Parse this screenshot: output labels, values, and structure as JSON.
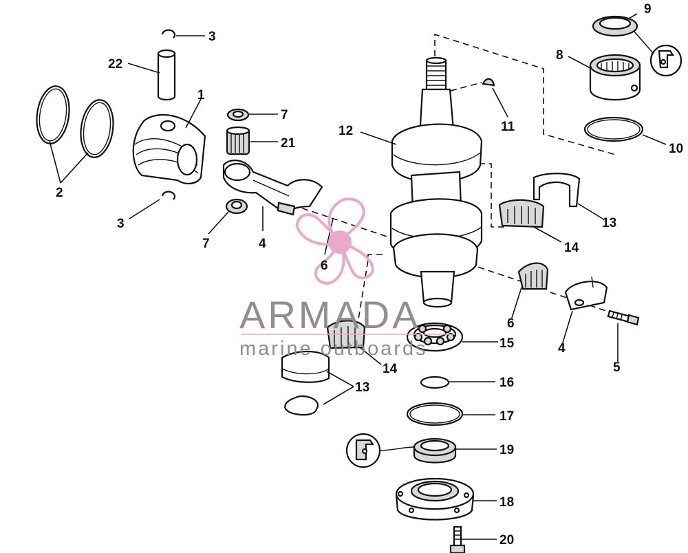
{
  "watermark": {
    "brand": "ARMADA",
    "tagline": "marine outboards",
    "logo_color": "#e8a6c8",
    "text_color": "#8a8a8a"
  },
  "callouts": [
    {
      "id": "c3a",
      "text": "3"
    },
    {
      "id": "c22",
      "text": "22"
    },
    {
      "id": "c1",
      "text": "1"
    },
    {
      "id": "c2",
      "text": "2"
    },
    {
      "id": "c3b",
      "text": "3"
    },
    {
      "id": "c7a",
      "text": "7"
    },
    {
      "id": "c21",
      "text": "21"
    },
    {
      "id": "c7b",
      "text": "7"
    },
    {
      "id": "c4a",
      "text": "4"
    },
    {
      "id": "c6a",
      "text": "6"
    },
    {
      "id": "c12",
      "text": "12"
    },
    {
      "id": "c11",
      "text": "11"
    },
    {
      "id": "c9",
      "text": "9"
    },
    {
      "id": "c8",
      "text": "8"
    },
    {
      "id": "c10",
      "text": "10"
    },
    {
      "id": "c13a",
      "text": "13"
    },
    {
      "id": "c14a",
      "text": "14"
    },
    {
      "id": "c6b",
      "text": "6"
    },
    {
      "id": "c4b",
      "text": "4"
    },
    {
      "id": "c5",
      "text": "5"
    },
    {
      "id": "c15",
      "text": "15"
    },
    {
      "id": "c14b",
      "text": "14"
    },
    {
      "id": "c13b",
      "text": "13"
    },
    {
      "id": "c16",
      "text": "16"
    },
    {
      "id": "c17",
      "text": "17"
    },
    {
      "id": "c19",
      "text": "19"
    },
    {
      "id": "c18",
      "text": "18"
    },
    {
      "id": "c20",
      "text": "20"
    }
  ]
}
